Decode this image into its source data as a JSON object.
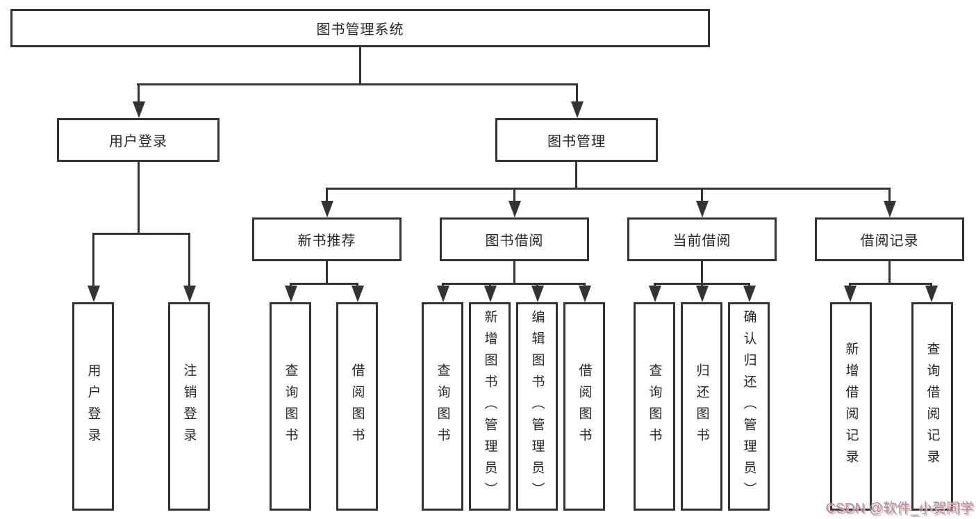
{
  "diagram": {
    "nodes": {
      "root": "图书管理系统",
      "user_login": "用户登录",
      "book_management": "图书管理",
      "new_book_recommend": "新书推荐",
      "book_borrow": "图书借阅",
      "current_borrow": "当前借阅",
      "borrow_records": "借阅记录",
      "leaf_user_login": "用户登录",
      "leaf_logout": "注销登录",
      "leaf_rec_query_book": "查询图书",
      "leaf_rec_borrow_book": "借阅图书",
      "leaf_bb_query_book": "查询图书",
      "leaf_bb_add_book": "新增图书（管理员）",
      "leaf_bb_edit_book": "编辑图书（管理员）",
      "leaf_bb_borrow_book": "借阅图书",
      "leaf_cb_query_book": "查询图书",
      "leaf_cb_return_book": "归还图书",
      "leaf_cb_confirm_return": "确认归还（管理员）",
      "leaf_br_add_record": "新增借阅记录",
      "leaf_br_query_record": "查询借阅记录"
    },
    "watermark": "CSDN @软件_小贺同学",
    "colors": {
      "line": "#333333",
      "text": "#262626",
      "background": "#ffffff",
      "watermark_gray": "#97999e",
      "watermark_pink": "#f7a3ac"
    }
  }
}
